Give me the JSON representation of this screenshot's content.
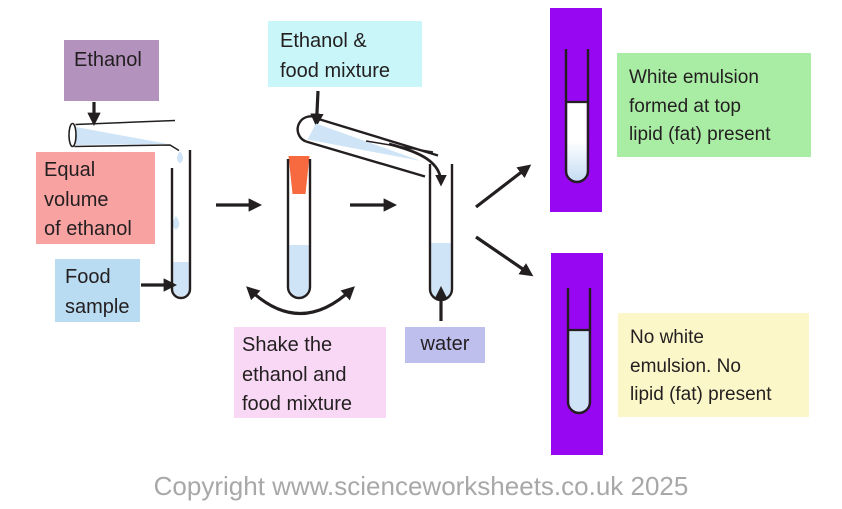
{
  "labels": {
    "ethanol": {
      "text": "Ethanol",
      "bg": "#b392bd"
    },
    "equal_volume": {
      "text": "Equal\nvolume\nof ethanol",
      "bg": "#f9a2a2"
    },
    "food_sample": {
      "text": "Food\nsample",
      "bg": "#b9dcf2"
    },
    "ethanol_food_mixture": {
      "text": "Ethanol &\nfood mixture",
      "bg": "#c9f6f9"
    },
    "shake": {
      "text": "Shake the\nethanol and\nfood mixture",
      "bg": "#f8d8f5"
    },
    "water": {
      "text": "water",
      "bg": "#bfbfee"
    },
    "positive_result": {
      "text": "White emulsion\nformed at top\nlipid (fat) present",
      "bg": "#a9eda5"
    },
    "negative_result": {
      "text": "No white\nemulsion. No\nlipid (fat) present",
      "bg": "#fbf7c9"
    }
  },
  "colors": {
    "outline": "#231f20",
    "arrow": "#231f20",
    "liquid_blue": "#cfe4f6",
    "stopper_orange": "#f7693f",
    "result_panel_purple": "#9707f2",
    "emulsion_white": "#ffffff",
    "copyright_gray": "#a8a8a8"
  },
  "footer": {
    "copyright": "Copyright www.scienceworksheets.co.uk 2025"
  }
}
